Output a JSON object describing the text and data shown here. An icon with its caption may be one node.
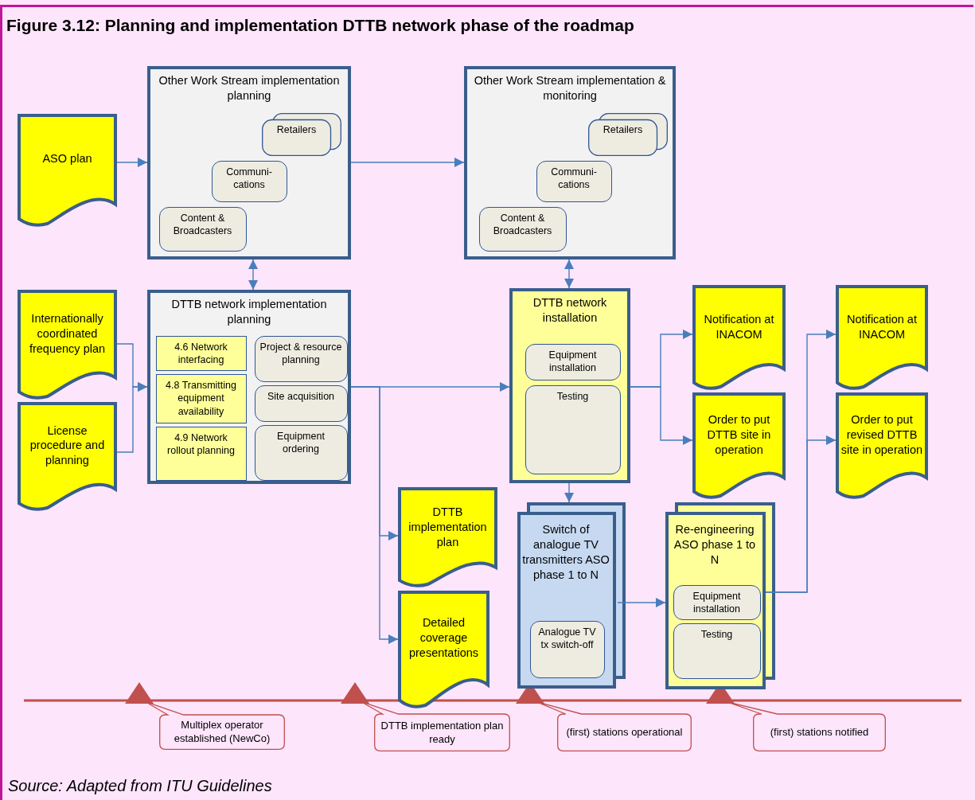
{
  "diagram": {
    "title": "Figure 3.12: Planning and implementation DTTB network phase of the roadmap",
    "caption": "Source: Adapted from ITU Guidelines",
    "nodes": [
      {
        "text": [
          "ASO plan"
        ]
      },
      {
        "text": [
          "Other Work Stream implementation planning"
        ]
      },
      {
        "text": [
          "Retailers"
        ],
        "in": 1
      },
      {
        "text": [
          "Communi- cations"
        ],
        "in": 1
      },
      {
        "text": [
          "Content & Broadcasters"
        ],
        "in": 1
      },
      {
        "text": [
          "Other Work Stream implementation & monitoring"
        ]
      },
      {
        "text": [
          "Retailers"
        ],
        "in": 5
      },
      {
        "text": [
          "Communi- cations"
        ],
        "in": 5
      },
      {
        "text": [
          "Content & Broadcasters"
        ],
        "in": 5
      },
      {
        "text": [
          "Internationally coordinated frequency plan"
        ]
      },
      {
        "text": [
          "DTTB network implementation planning"
        ]
      },
      {
        "text": [
          "4.6 Network interfacing"
        ],
        "in": 10
      },
      {
        "text": [
          "4.8 Transmitting equipment availability"
        ],
        "in": 10
      },
      {
        "text": [
          "4.9 Network rollout planning"
        ],
        "in": 10
      },
      {
        "text": [
          "Project & resource planning"
        ],
        "in": 10
      },
      {
        "text": [
          "Site acquisition"
        ],
        "in": 10
      },
      {
        "text": [
          "Equipment ordering"
        ],
        "in": 10
      },
      {
        "text": [
          "License procedure and planning"
        ]
      },
      {
        "text": [
          "DTTB network installation"
        ]
      },
      {
        "text": [
          "Equipment installation"
        ],
        "in": 18
      },
      {
        "text": [
          "Testing"
        ],
        "in": 18
      },
      {
        "text": [
          "Notification at INACOM"
        ]
      },
      {
        "text": [
          "Order to put DTTB site in operation"
        ]
      },
      {
        "text": [
          "Notification at INACOM"
        ]
      },
      {
        "text": [
          "Order to put revised DTTB site in operation"
        ]
      },
      {
        "text": [
          "DTTB implementation plan"
        ]
      },
      {
        "text": [
          "Detailed coverage presentations"
        ]
      },
      {
        "text": [
          "Switch of analogue TV transmitters ASO phase 1 to N"
        ]
      },
      {
        "text": [
          "Analogue TV tx switch-off"
        ],
        "in": 27
      },
      {
        "text": [
          "Re-engineering ASO phase 1 to N"
        ]
      },
      {
        "text": [
          "Equipment installation"
        ],
        "in": 29
      },
      {
        "text": [
          "Testing"
        ],
        "in": 29
      },
      {
        "text": [
          "Multiplex operator established (NewCo)"
        ]
      },
      {
        "text": [
          "DTTB implementation plan ready"
        ]
      },
      {
        "text": [
          "(first) stations operational"
        ]
      },
      {
        "text": [
          "(first) stations  notified"
        ]
      }
    ],
    "edges": [
      {
        "from": 0,
        "to": 1,
        "arrow": "to"
      },
      {
        "from": 1,
        "to": 5,
        "arrow": "to"
      },
      {
        "from": 1,
        "to": 10,
        "arrow": "both"
      },
      {
        "from": 5,
        "to": 18,
        "arrow": "both"
      },
      {
        "from": 9,
        "to": 10,
        "arrow": "to"
      },
      {
        "from": 17,
        "to": 10,
        "arrow": "to"
      },
      {
        "from": 10,
        "to": 18,
        "arrow": "to"
      },
      {
        "from": 10,
        "to": 25,
        "arrow": "to"
      },
      {
        "from": 10,
        "to": 26,
        "arrow": "to"
      },
      {
        "from": 18,
        "to": 27,
        "arrow": "to"
      },
      {
        "from": 18,
        "to": 21,
        "arrow": "to"
      },
      {
        "from": 18,
        "to": 22,
        "arrow": "to"
      },
      {
        "from": 27,
        "to": 29,
        "arrow": "to"
      },
      {
        "from": 29,
        "to": 23,
        "arrow": "to"
      },
      {
        "from": 29,
        "to": 24,
        "arrow": "to"
      }
    ]
  }
}
